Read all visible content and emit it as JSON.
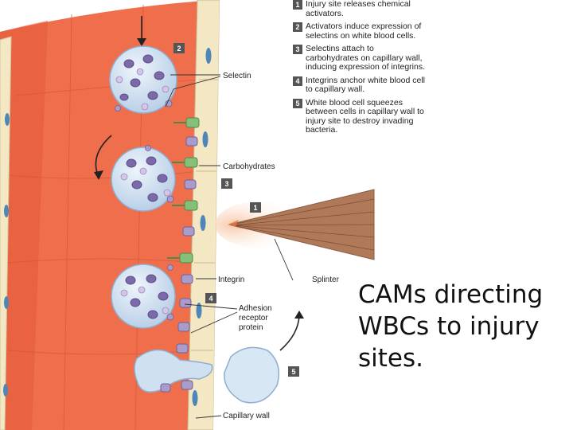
{
  "steps": [
    {
      "num": "1",
      "text": "Injury site releases chemical activators."
    },
    {
      "num": "2",
      "text": "Activators induce expression of selectins on white blood cells."
    },
    {
      "num": "3",
      "text": "Selectins attach to carbohydrates on capillary wall, inducing expression of integrins."
    },
    {
      "num": "4",
      "text": "Integrins anchor white blood cell to capillary wall."
    },
    {
      "num": "5",
      "text": "White blood cell squeezes between cells in capillary wall to injury site to destroy invading bacteria."
    }
  ],
  "labels": {
    "selectin": "Selectin",
    "carbohydrates": "Carbohydrates",
    "integrin": "Integrin",
    "adhesion": "Adhesion receptor protein",
    "splinter": "Splinter",
    "capillary_wall": "Capillary wall"
  },
  "markers": {
    "m1": "1",
    "m2": "2",
    "m3": "3",
    "m4": "4",
    "m5": "5"
  },
  "caption": "CAMs directing WBCs to injury sites.",
  "colors": {
    "vessel_red": "#ef6f4d",
    "wall_cream": "#f4e8c4",
    "wbc_blue": "#c9dcee",
    "nucleus_purple": "#7c6aa8",
    "carbohydrate_green": "#86bf78",
    "integrin_lavender": "#a99cc9",
    "splinter_brown": "#b07a5a"
  }
}
